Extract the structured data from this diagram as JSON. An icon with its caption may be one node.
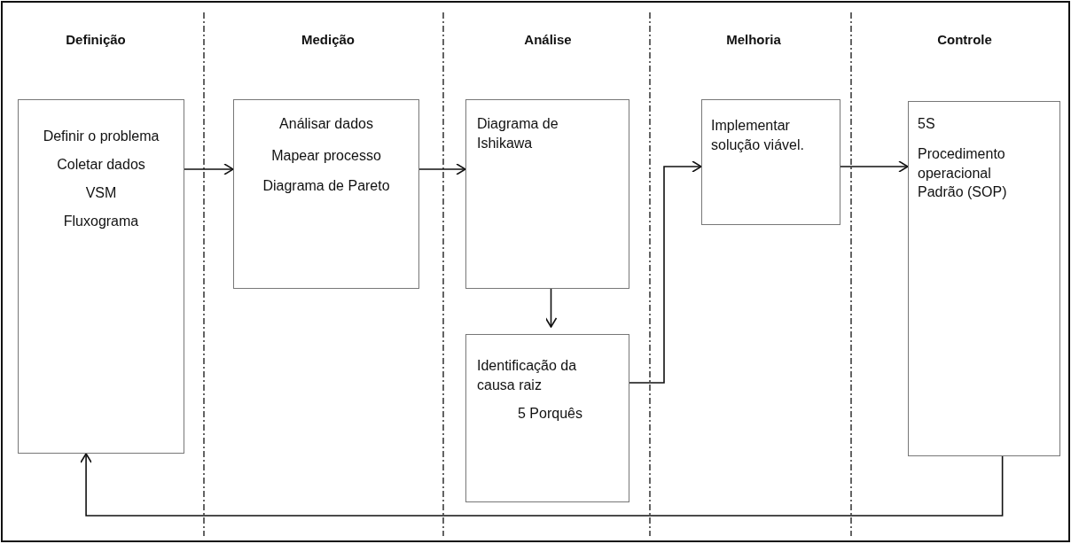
{
  "diagram": {
    "nodes": [
      {
        "text": [
          "Definir o problema",
          "Coletar dados",
          "VSM",
          "Fluxograma"
        ]
      },
      {
        "text": [
          "Análisar dados",
          "Mapear processo",
          "Diagrama de Pareto"
        ]
      },
      {
        "text": [
          "Diagrama de Ishikawa"
        ]
      },
      {
        "text": [
          "Identificação da causa raiz",
          "5 Porquês"
        ]
      },
      {
        "text": [
          "Implementar solução viável."
        ]
      },
      {
        "text": [
          "5S",
          "Procedimento operacional Padrão (SOP)"
        ]
      }
    ],
    "edges": [
      {
        "from": 0,
        "to": 1,
        "arrow": "to"
      },
      {
        "from": 1,
        "to": 2,
        "arrow": "to"
      },
      {
        "from": 2,
        "to": 3,
        "arrow": "to"
      },
      {
        "from": 3,
        "to": 4,
        "arrow": "to"
      },
      {
        "from": 4,
        "to": 5,
        "arrow": "to"
      },
      {
        "from": 5,
        "to": 0,
        "arrow": "to"
      }
    ],
    "labels": [
      "Definição",
      "Medição",
      "Análise",
      "Melhoria",
      "Controle"
    ]
  }
}
